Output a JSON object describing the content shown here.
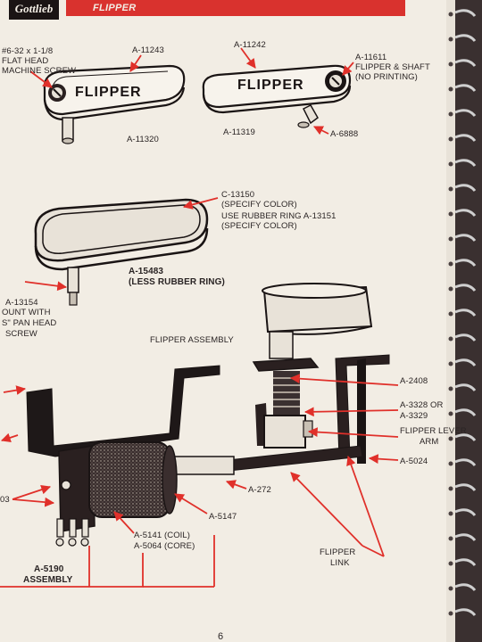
{
  "header": {
    "brand": "Gottlieb",
    "section": "FLIPPER"
  },
  "page_number": "6",
  "labels": {
    "screw_spec_1": "#6-32 x 1-1/8",
    "screw_spec_2": "FLAT HEAD",
    "screw_spec_3": "MACHINE SCREW",
    "a11243": "A-11243",
    "a11242": "A-11242",
    "a11611_1": "A-11611",
    "a11611_2": "FLIPPER & SHAFT",
    "a11611_3": "(NO PRINTING)",
    "a11320": "A-11320",
    "a11319": "A-11319",
    "a6888": "A-6888",
    "c13150_1": "C-13150",
    "c13150_2": "(SPECIFY COLOR)",
    "c13150_3": "USE RUBBER RING A-13151",
    "c13150_4": "(SPECIFY COLOR)",
    "a15483_1": "A-15483",
    "a15483_2": "(LESS RUBBER RING)",
    "a13154_1": "A-13154",
    "a13154_2": "OUNT WITH",
    "a13154_3": "S\" PAN HEAD",
    "a13154_4": "SCREW",
    "flipper_assembly": "FLIPPER ASSEMBLY",
    "a2408": "A-2408",
    "a3328_1": "A-3328 OR",
    "a3328_2": "A-3329",
    "lever_1": "FLIPPER LEVER",
    "lever_2": "ARM",
    "a5024": "A-5024",
    "a272": "A-272",
    "a5147": "A-5147",
    "a5141": "A-5141 (COIL)",
    "a5064": "A-5064 (CORE)",
    "a03": "03",
    "a5190_1": "A-5190",
    "a5190_2": "ASSEMBLY",
    "link_1": "FLIPPER",
    "link_2": "LINK",
    "flipper_text": "FLIPPER"
  },
  "colors": {
    "header_red": "#d9322e",
    "arrow_red": "#e0302a",
    "paper": "#f2ede4",
    "ink": "#1a1414"
  }
}
